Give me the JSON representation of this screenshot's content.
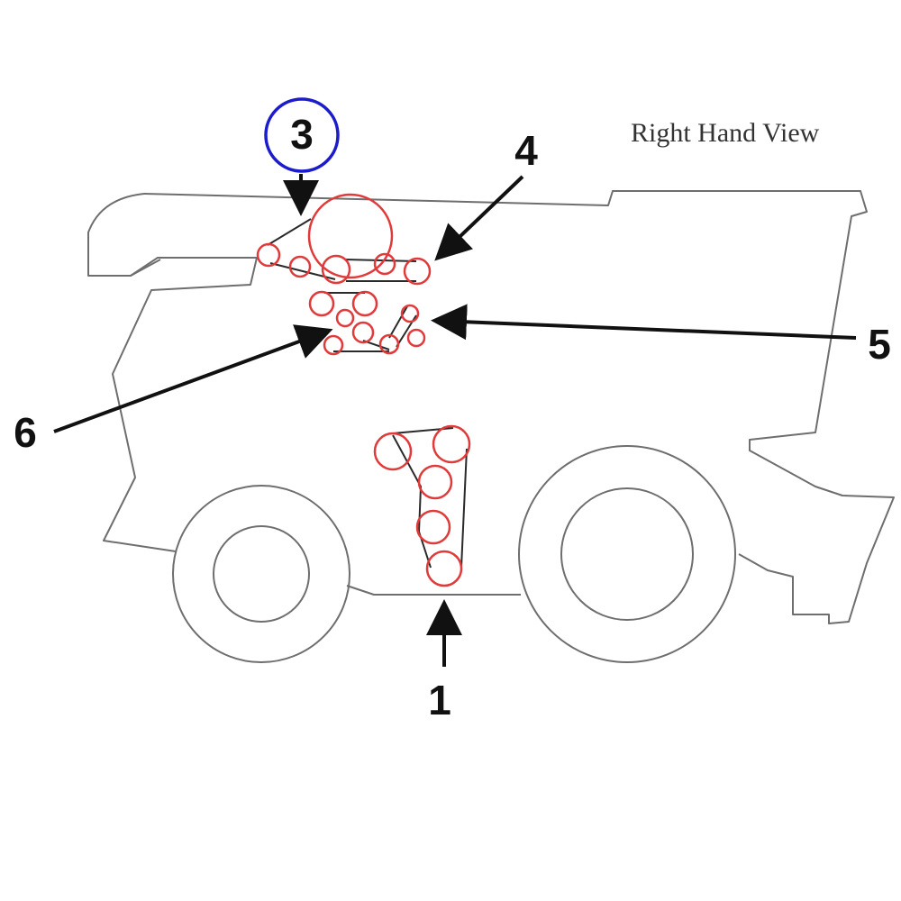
{
  "view_title": "Right Hand View",
  "callouts": {
    "c1": "1",
    "c3": "3",
    "c4": "4",
    "c5": "5",
    "c6": "6"
  },
  "highlighted_callout": "3",
  "colors": {
    "outline": "#6e6e6e",
    "pulley": "#e03a3a",
    "belt": "#2a2a2a",
    "callout": "#111111",
    "highlight_ring": "#1c1ccc"
  }
}
